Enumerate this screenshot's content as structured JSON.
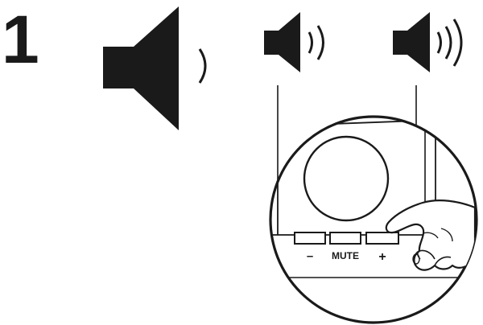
{
  "step": {
    "number": "1"
  },
  "icons": {
    "main": "speaker-low-volume-icon",
    "medium": "speaker-medium-volume-icon",
    "high": "speaker-high-volume-icon"
  },
  "device": {
    "buttons": [
      {
        "name": "volume-down-button",
        "label": "–"
      },
      {
        "name": "mute-button",
        "label": "MUTE"
      },
      {
        "name": "volume-up-button",
        "label": "+"
      }
    ]
  },
  "colors": {
    "ink": "#1a1a1a",
    "paper": "#ffffff"
  }
}
